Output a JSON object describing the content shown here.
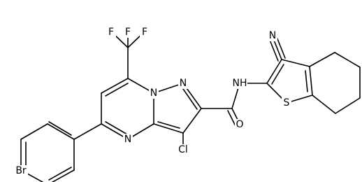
{
  "atom_labels": {
    "f_top": "F",
    "f_left": "F",
    "f_right": "F",
    "n_bridge": "N",
    "n_pyrazole": "N",
    "n_pyrimidine": "N",
    "cl": "Cl",
    "br": "Br",
    "o": "O",
    "nh": "NH",
    "s": "S",
    "n_nitrile": "N"
  }
}
